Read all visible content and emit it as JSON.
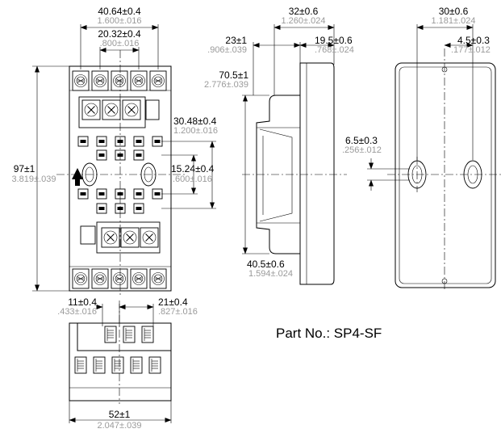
{
  "part_number": "Part No.: SP4-SF",
  "dimensions": {
    "front_width": {
      "mm": "40.64±0.4",
      "in": "1.600±.016"
    },
    "front_pitch": {
      "mm": "20.32±0.4",
      "in": ".800±.016"
    },
    "height": {
      "mm": "97±1",
      "in": "3.819±.039"
    },
    "row_span": {
      "mm": "30.48±0.4",
      "in": "1.200±.016"
    },
    "row_pitch": {
      "mm": "15.24±0.4",
      "in": ".600±.016"
    },
    "side_depth": {
      "mm": "32±0.6",
      "in": "1.260±.024"
    },
    "side_left": {
      "mm": "23±1",
      "in": ".906±.039"
    },
    "side_right": {
      "mm": "19.5±0.6",
      "in": ".768±.024"
    },
    "side_top_span": {
      "mm": "70.5±1",
      "in": "2.776±.039"
    },
    "side_bottom_span": {
      "mm": "40.5±0.6",
      "in": "1.594±.024"
    },
    "back_width": {
      "mm": "30±0.6",
      "in": "1.181±.024"
    },
    "back_offset": {
      "mm": "4.5±0.3",
      "in": ".177±.012"
    },
    "hole_dia": {
      "mm": "6.5±0.3",
      "in": ".256±.012"
    },
    "bottom_left": {
      "mm": "11±0.4",
      "in": ".433±.016"
    },
    "bottom_right": {
      "mm": "21±0.4",
      "in": ".827±.016"
    },
    "bottom_width": {
      "mm": "52±1",
      "in": "2.047±.039"
    }
  }
}
